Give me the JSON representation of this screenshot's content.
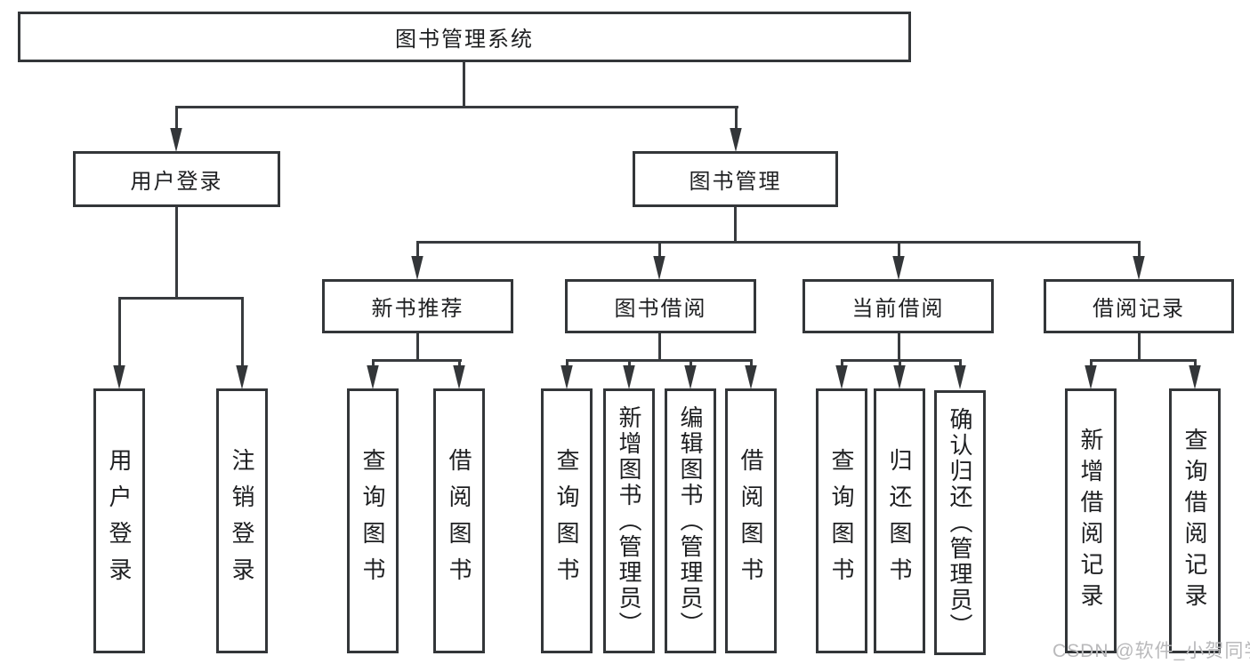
{
  "nodes": {
    "root": "图书管理系统",
    "level2": [
      "用户登录",
      "图书管理"
    ],
    "level3": [
      "新书推荐",
      "图书借阅",
      "当前借阅",
      "借阅记录"
    ],
    "leaves_login": [
      "用户登录",
      "注销登录"
    ],
    "leaves_recommend": [
      "查询图书",
      "借阅图书"
    ],
    "leaves_borrow": [
      "查询图书",
      "新增图书（管理员）",
      "编辑图书（管理员）",
      "借阅图书"
    ],
    "leaves_current": [
      "查询图书",
      "归还图书",
      "确认归还（管理员）"
    ],
    "leaves_records": [
      "新增借阅记录",
      "查询借阅记录"
    ]
  },
  "watermark": "CSDN @软件_小贺同学",
  "colors": {
    "line": "#383b3e",
    "border": "#333639",
    "text": "#1e1f21",
    "watermark": "#b9b9bb",
    "background": "#ffffff"
  }
}
